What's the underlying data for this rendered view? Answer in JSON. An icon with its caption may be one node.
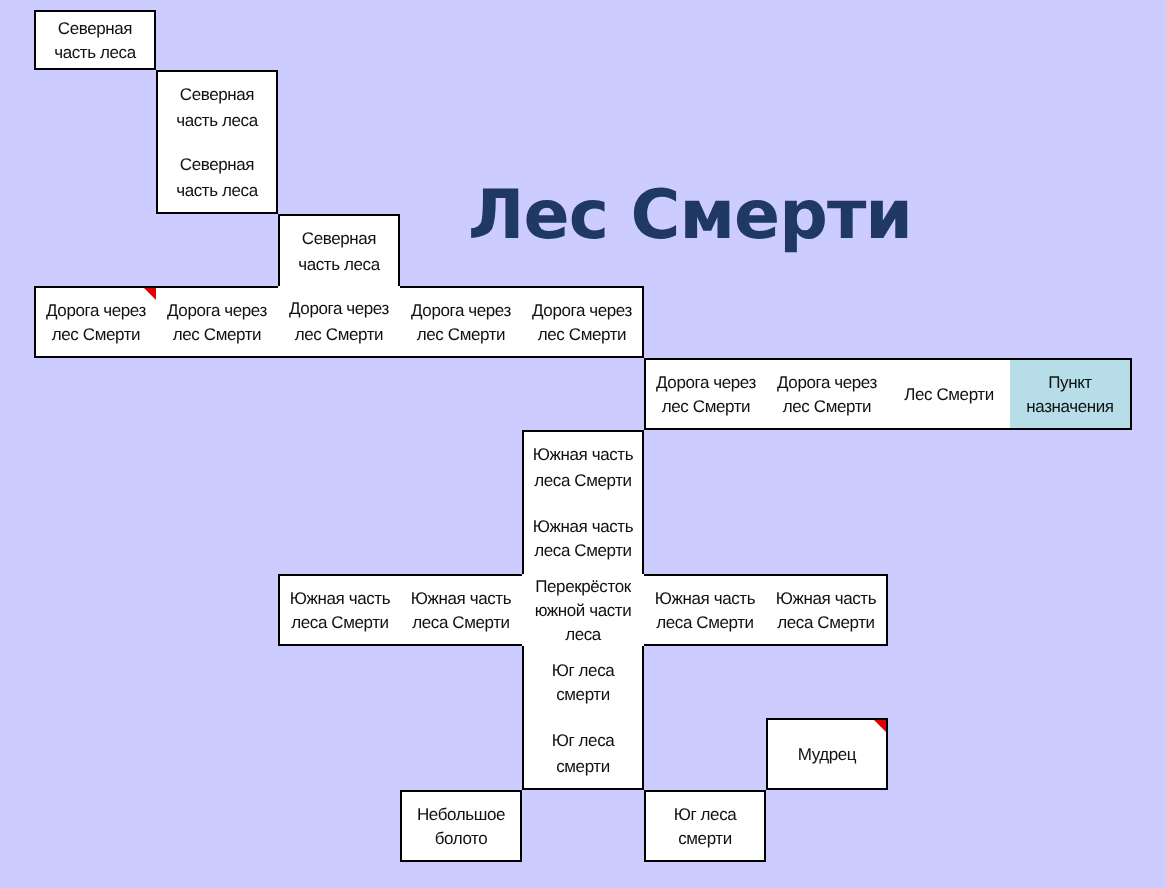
{
  "diagram": {
    "title": "Лес Смерти",
    "nodes": [
      {
        "text": [
          "Северная часть леса"
        ]
      },
      {
        "text": [
          "Северная часть леса"
        ]
      },
      {
        "text": [
          "Северная часть леса"
        ]
      },
      {
        "text": [
          "Северная часть леса"
        ]
      },
      {
        "text": [
          "Дорога через лес Смерти"
        ]
      },
      {
        "text": [
          "Дорога через лес Смерти"
        ]
      },
      {
        "text": [
          "Дорога через лес Смерти"
        ]
      },
      {
        "text": [
          "Дорога через лес Смерти"
        ]
      },
      {
        "text": [
          "Дорога через лес Смерти"
        ]
      },
      {
        "text": [
          "Дорога через лес Смерти"
        ]
      },
      {
        "text": [
          "Дорога через лес Смерти"
        ]
      },
      {
        "text": [
          "Лес Смерти"
        ]
      },
      {
        "text": [
          "Пункт назначения"
        ]
      },
      {
        "text": [
          "Южная часть леса Смерти"
        ]
      },
      {
        "text": [
          "Южная часть леса Смерти"
        ]
      },
      {
        "text": [
          "Южная часть леса Смерти"
        ]
      },
      {
        "text": [
          "Южная часть леса Смерти"
        ]
      },
      {
        "text": [
          "Перекрёсток южной части леса"
        ]
      },
      {
        "text": [
          "Южная часть леса Смерти"
        ]
      },
      {
        "text": [
          "Южная часть леса Смерти"
        ]
      },
      {
        "text": [
          "Юг леса смерти"
        ]
      },
      {
        "text": [
          "Юг леса смерти"
        ]
      },
      {
        "text": [
          "Мудрец"
        ]
      },
      {
        "text": [
          "Небольшое болото"
        ]
      },
      {
        "text": [
          "Юг леса смерти"
        ]
      }
    ],
    "edges": []
  }
}
